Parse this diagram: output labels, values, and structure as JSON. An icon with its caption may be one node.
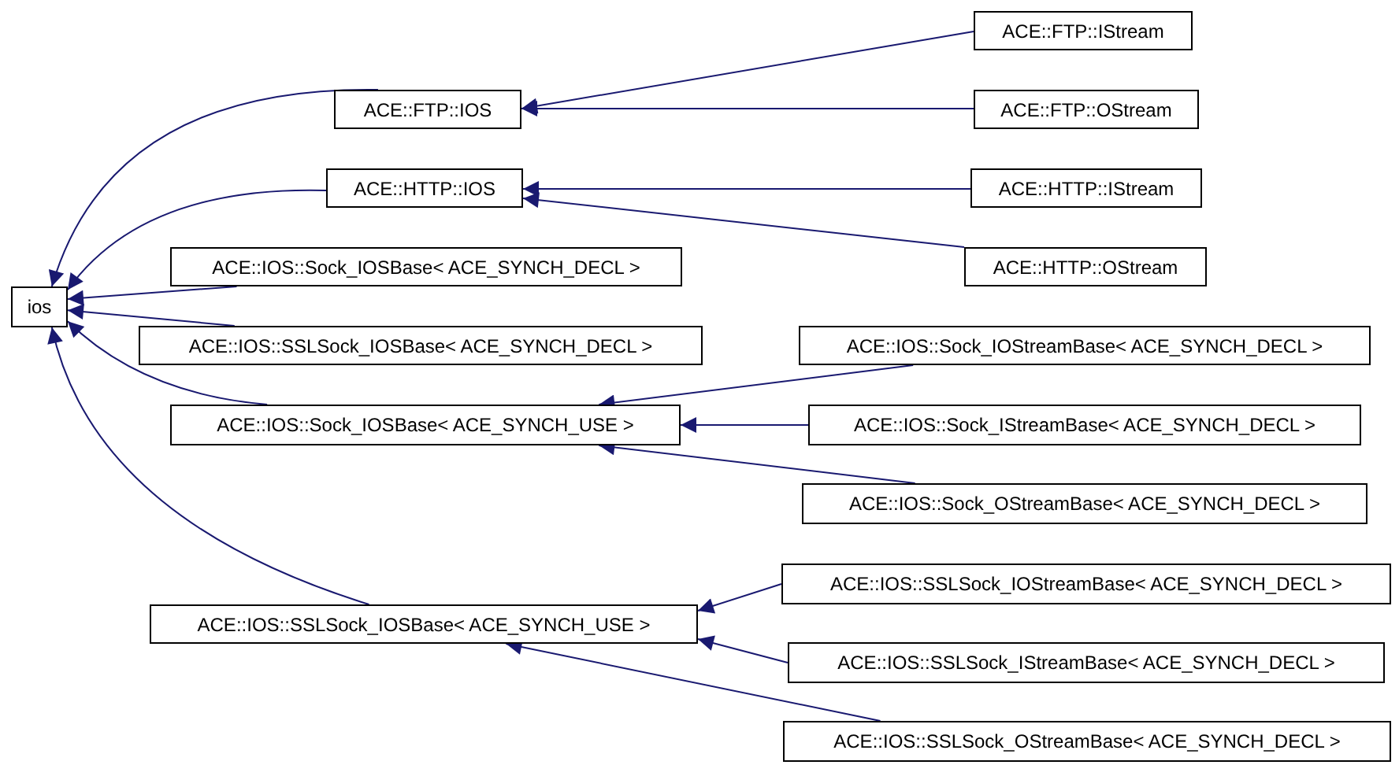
{
  "diagram": {
    "nodes": [
      {
        "text": [
          "ios"
        ]
      },
      {
        "text": [
          "ACE::FTP::IOS"
        ]
      },
      {
        "text": [
          "ACE::FTP::IStream"
        ]
      },
      {
        "text": [
          "ACE::FTP::OStream"
        ]
      },
      {
        "text": [
          "ACE::HTTP::IOS"
        ]
      },
      {
        "text": [
          "ACE::HTTP::IStream"
        ]
      },
      {
        "text": [
          "ACE::HTTP::OStream"
        ]
      },
      {
        "text": [
          "ACE::IOS::Sock_IOSBase< ACE_SYNCH_DECL >"
        ]
      },
      {
        "text": [
          "ACE::IOS::SSLSock_IOSBase< ACE_SYNCH_DECL >"
        ]
      },
      {
        "text": [
          "ACE::IOS::Sock_IOSBase< ACE_SYNCH_USE >"
        ]
      },
      {
        "text": [
          "ACE::IOS::Sock_IOStreamBase< ACE_SYNCH_DECL >"
        ]
      },
      {
        "text": [
          "ACE::IOS::Sock_IStreamBase< ACE_SYNCH_DECL >"
        ]
      },
      {
        "text": [
          "ACE::IOS::Sock_OStreamBase< ACE_SYNCH_DECL >"
        ]
      },
      {
        "text": [
          "ACE::IOS::SSLSock_IOSBase< ACE_SYNCH_USE >"
        ]
      },
      {
        "text": [
          "ACE::IOS::SSLSock_IOStreamBase< ACE_SYNCH_DECL >"
        ]
      },
      {
        "text": [
          "ACE::IOS::SSLSock_IStreamBase< ACE_SYNCH_DECL >"
        ]
      },
      {
        "text": [
          "ACE::IOS::SSLSock_OStreamBase< ACE_SYNCH_DECL >"
        ]
      }
    ],
    "edges": [
      {
        "from": 1,
        "to": 0,
        "arrow": "to"
      },
      {
        "from": 4,
        "to": 0,
        "arrow": "to"
      },
      {
        "from": 7,
        "to": 0,
        "arrow": "to"
      },
      {
        "from": 8,
        "to": 0,
        "arrow": "to"
      },
      {
        "from": 9,
        "to": 0,
        "arrow": "to"
      },
      {
        "from": 13,
        "to": 0,
        "arrow": "to"
      },
      {
        "from": 2,
        "to": 1,
        "arrow": "to"
      },
      {
        "from": 3,
        "to": 1,
        "arrow": "to"
      },
      {
        "from": 5,
        "to": 4,
        "arrow": "to"
      },
      {
        "from": 6,
        "to": 4,
        "arrow": "to"
      },
      {
        "from": 10,
        "to": 9,
        "arrow": "to"
      },
      {
        "from": 11,
        "to": 9,
        "arrow": "to"
      },
      {
        "from": 12,
        "to": 9,
        "arrow": "to"
      },
      {
        "from": 14,
        "to": 13,
        "arrow": "to"
      },
      {
        "from": 15,
        "to": 13,
        "arrow": "to"
      },
      {
        "from": 16,
        "to": 13,
        "arrow": "to"
      }
    ]
  }
}
